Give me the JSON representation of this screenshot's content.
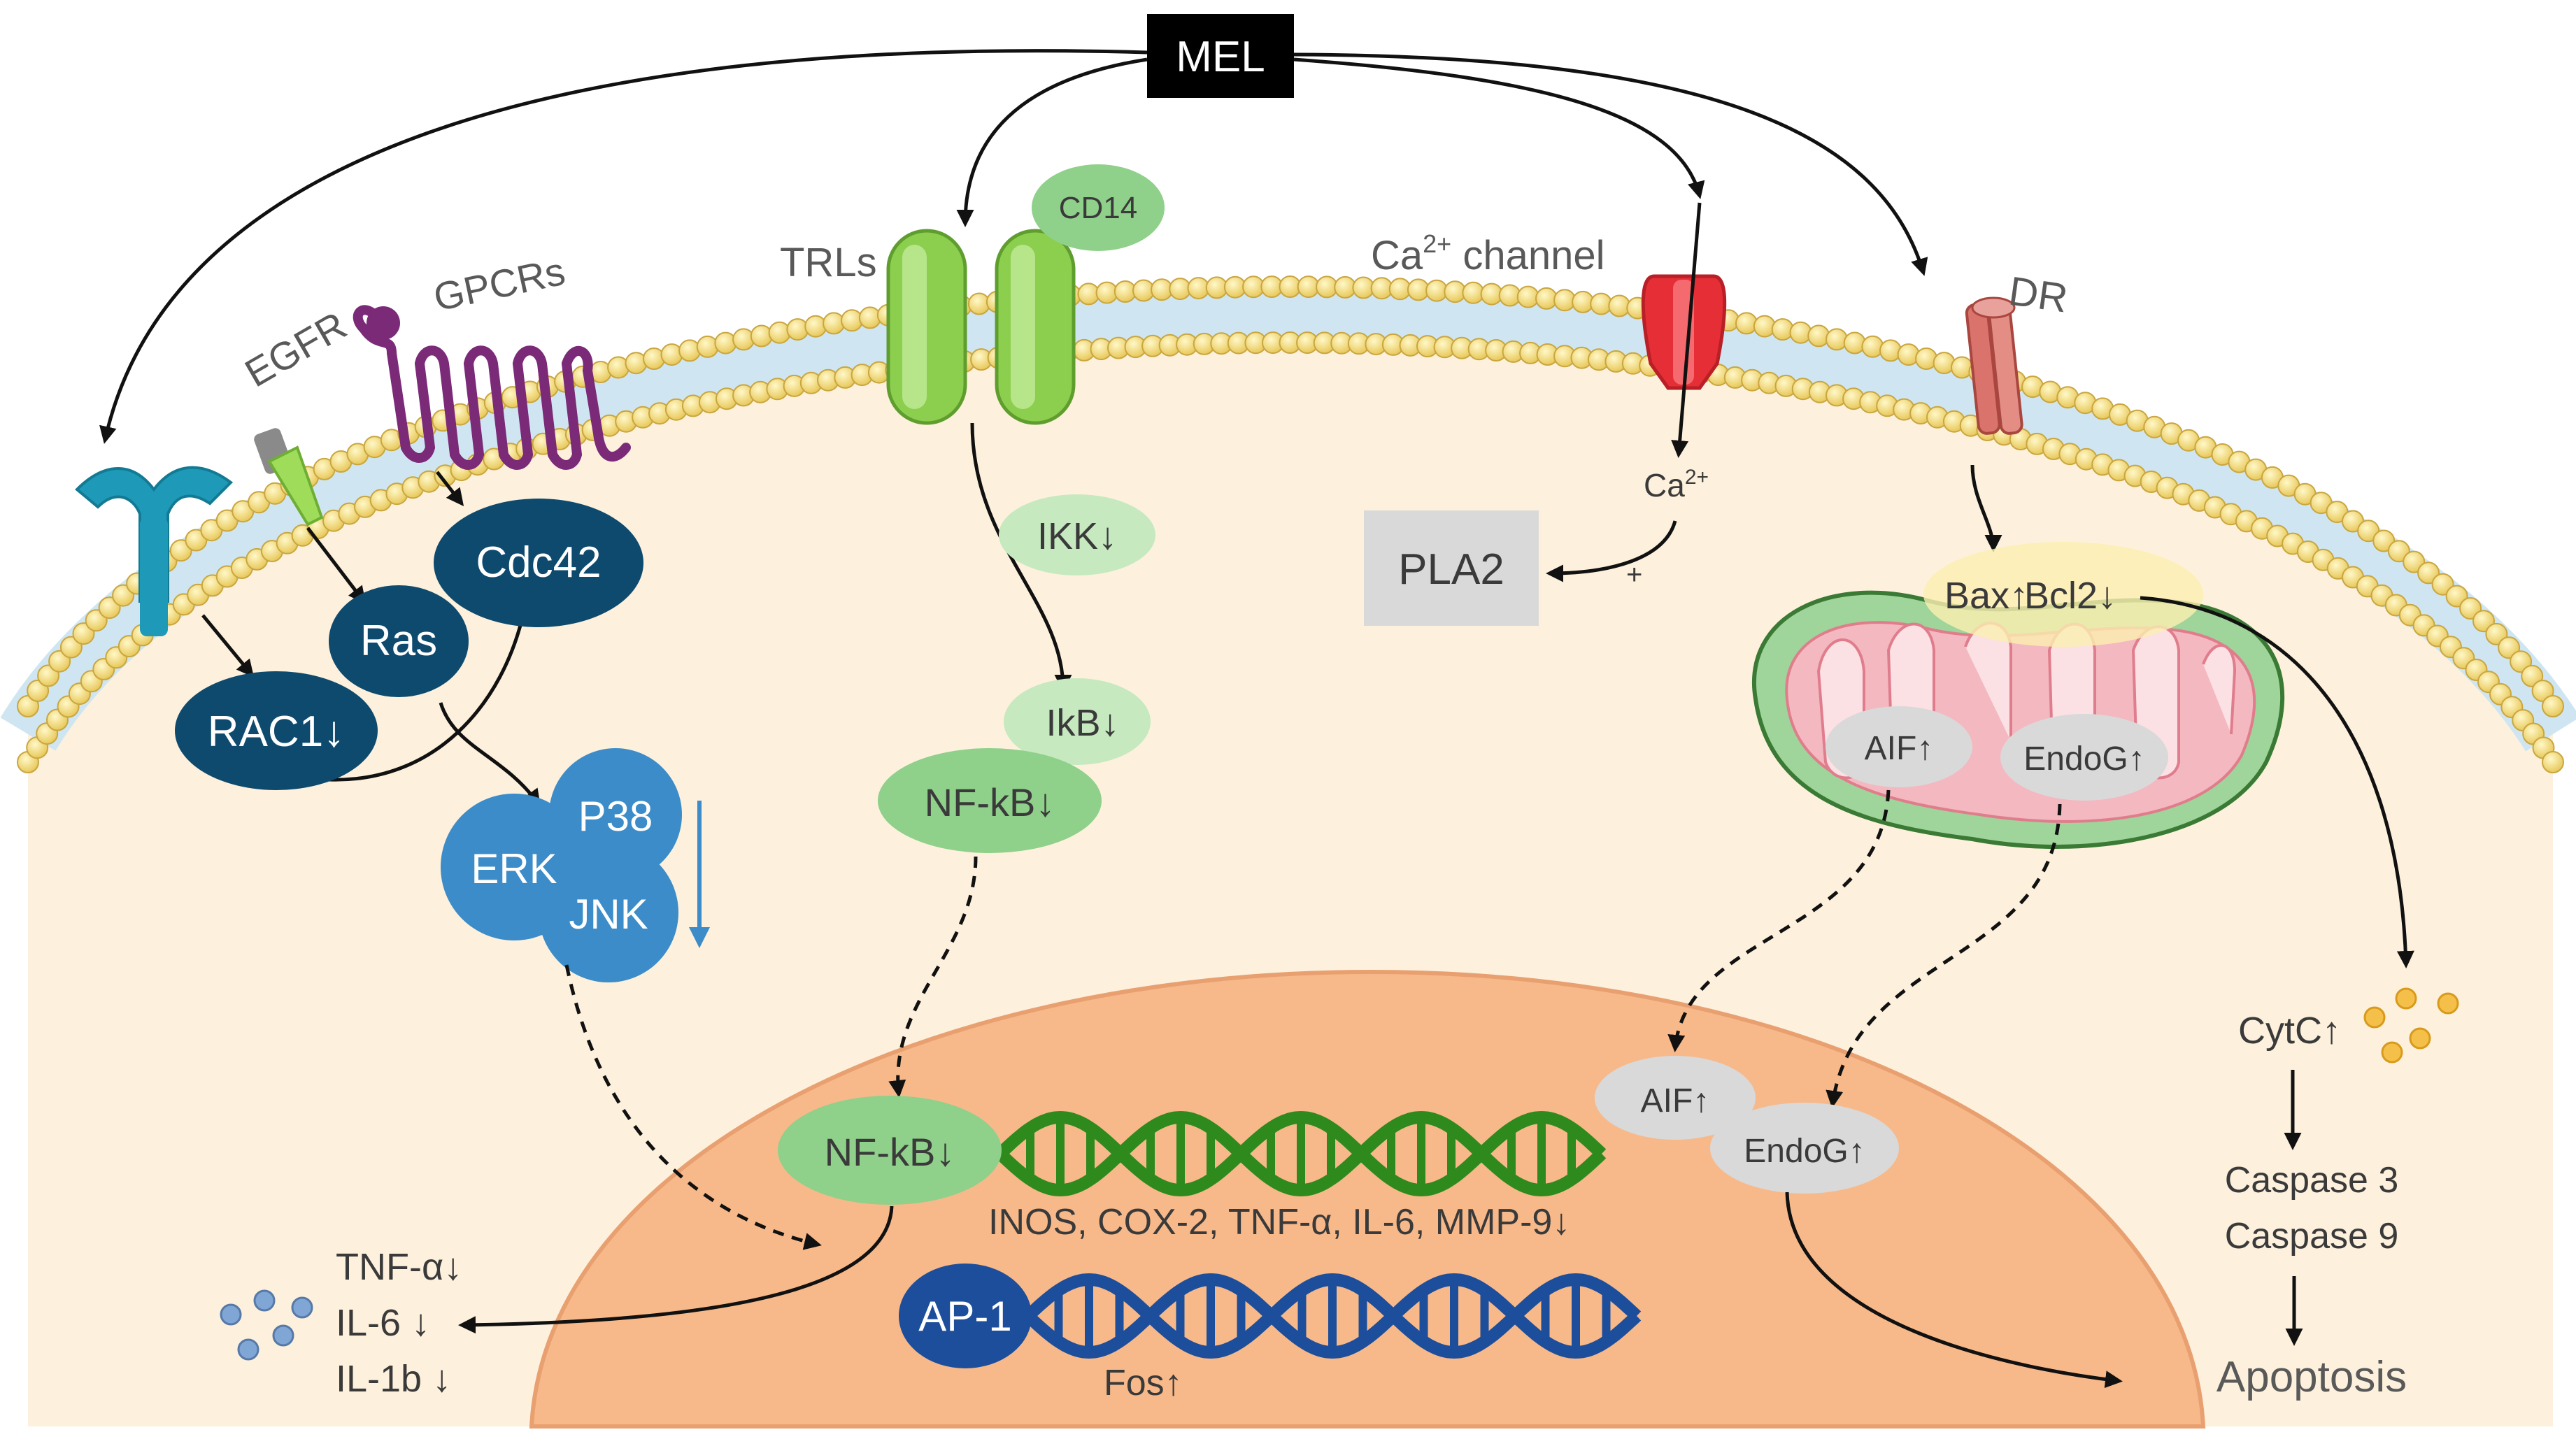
{
  "labels": {
    "mel": "MEL",
    "egfr": "EGFR",
    "gpcrs": "GPCRs",
    "trls": "TRLs",
    "cd14": "CD14",
    "ca_channel_prefix": "Ca",
    "ca_channel_sup": "2+",
    "ca_channel_suffix": " channel",
    "dr": "DR",
    "cdc42": "Cdc42",
    "ras": "Ras",
    "rac1": "RAC1↓",
    "p38": "P38",
    "erk": "ERK",
    "jnk": "JNK",
    "ikk": "IKK↓",
    "ikb": "IkB↓",
    "nfkb_cyto": "NF-kB↓",
    "ca_in_prefix": "Ca",
    "ca_in_sup": "2+",
    "pla2": "PLA2",
    "plus": "+",
    "bax": "Bax↑",
    "bcl2": "Bcl2↓",
    "aif_mito": "AIF↑",
    "endog_mito": "EndoG↑",
    "nfkb_nuc": "NF-kB↓",
    "genes": "INOS, COX-2, TNF-α, IL-6, MMP-9↓",
    "ap1": "AP-1",
    "fos": "Fos↑",
    "aif_nuc": "AIF↑",
    "endog_nuc": "EndoG↑",
    "tnf": "TNF-α↓",
    "il6": "IL-6 ↓",
    "il1b": "IL-1b ↓",
    "cytc": "CytC↑",
    "casp3": "Caspase 3",
    "casp9": "Caspase 9",
    "apoptosis": "Apoptosis"
  },
  "colors": {
    "cytoplasm": "#fdf1dd",
    "nucleus": "#f7b98a",
    "navy": "#0e4a6e",
    "mapk": "#3b8cc8",
    "green_mid": "#8fd08a",
    "green_light": "#c6e9c0",
    "dna_green": "#2f8a1e",
    "dna_blue": "#1d4e9b",
    "mito_green": "#9fd49a",
    "mito_pink": "#f2a6b3",
    "ca_channel": "#e52e36",
    "dr": "#d9736b",
    "lipid_head": "#f6e28c"
  }
}
